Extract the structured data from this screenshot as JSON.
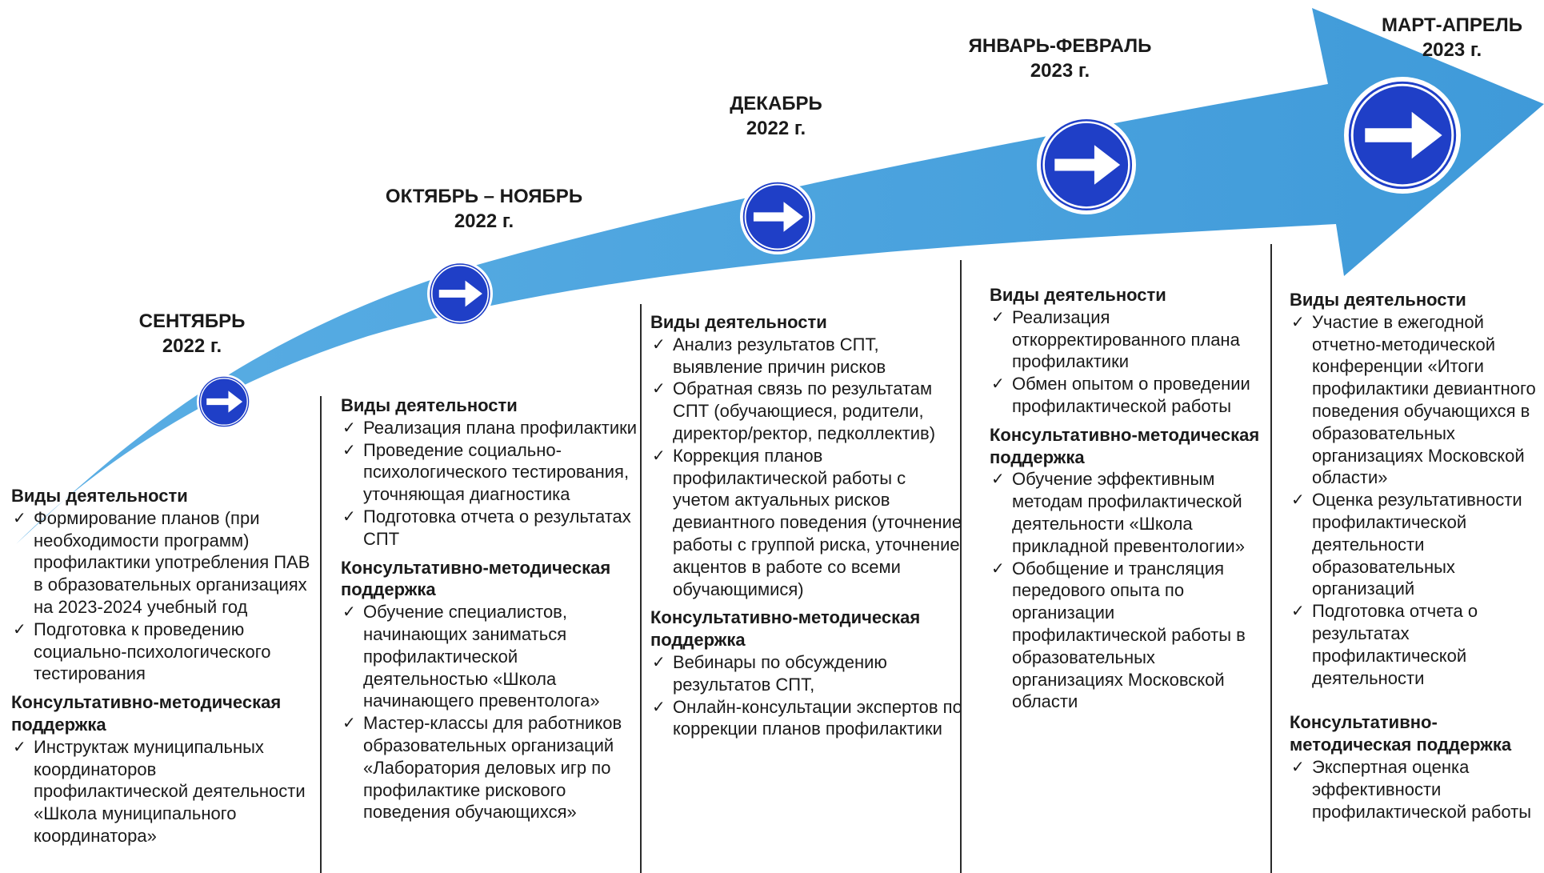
{
  "colors": {
    "arrow": "#4fa3df",
    "badge_fill": "#1f3fc7",
    "badge_ring": "#ffffff",
    "badge_arrow": "#ffffff",
    "text": "#1a1a1a"
  },
  "icons": {
    "badge": "right-arrow-circle-icon",
    "bullet": "check-mark-icon"
  },
  "columns": [
    {
      "period": [
        "СЕНТЯБРЬ",
        "2022 г."
      ],
      "sections": [
        {
          "title": "Виды деятельности",
          "items": [
            "Формирование планов (при необходимости программ) профилактики употребления ПАВ в образовательных организациях на 2023-2024 учебный год",
            "Подготовка к проведению социально-психологического тестирования"
          ]
        },
        {
          "title": "Консультативно-методическая поддержка",
          "items": [
            "Инструктаж муниципальных координаторов профилактической деятельности «Школа муниципального координатора»"
          ]
        }
      ]
    },
    {
      "period": [
        "ОКТЯБРЬ – НОЯБРЬ",
        "2022 г."
      ],
      "sections": [
        {
          "title": "Виды деятельности",
          "items": [
            "Реализация плана профилактики",
            "Проведение социально-психологического тестирования, уточняющая диагностика",
            "Подготовка отчета о результатах СПТ"
          ]
        },
        {
          "title": "Консультативно-методическая поддержка",
          "items": [
            "Обучение специалистов, начинающих заниматься профилактической деятельностью «Школа начинающего превентолога»",
            "Мастер-классы для работников образовательных организаций «Лаборатория деловых игр по профилактике рискового поведения обучающихся»"
          ]
        }
      ]
    },
    {
      "period": [
        "ДЕКАБРЬ",
        "2022 г."
      ],
      "sections": [
        {
          "title": "Виды деятельности",
          "items": [
            "Анализ результатов СПТ, выявление причин рисков",
            "Обратная связь по результатам СПТ (обучающиеся, родители, директор/ректор, педколлектив)",
            "Коррекция планов профилактической работы с учетом актуальных рисков девиантного поведения (уточнение работы с группой риска, уточнение акцентов в работе со всеми обучающимися)"
          ]
        },
        {
          "title": "Консультативно-методическая поддержка",
          "items": [
            "Вебинары по обсуждению результатов СПТ,",
            "Онлайн-консультации экспертов по коррекции планов профилактики"
          ]
        }
      ]
    },
    {
      "period": [
        "ЯНВАРЬ-ФЕВРАЛЬ",
        "2023 г."
      ],
      "sections": [
        {
          "title": "Виды деятельности",
          "items": [
            "Реализация откорректированного плана профилактики",
            "Обмен опытом о проведении профилактической работы"
          ]
        },
        {
          "title": "Консультативно-методическая поддержка",
          "items": [
            "Обучение эффективным методам профилактической деятельности «Школа прикладной превентологии»",
            "Обобщение и трансляция передового опыта по организации профилактической работы в образовательных организациях Московской области"
          ]
        }
      ]
    },
    {
      "period": [
        "МАРТ-АПРЕЛЬ",
        "2023 г."
      ],
      "sections": [
        {
          "title": "Виды деятельности",
          "items": [
            "Участие в ежегодной отчетно-методической конференции «Итоги профилактики девиантного поведения обучающихся в образовательных организациях Московской области»",
            "Оценка результативности профилактической деятельности образовательных организаций",
            "Подготовка отчета о результатах профилактической деятельности"
          ]
        },
        {
          "title": "Консультативно-методическая поддержка",
          "items": [
            "Экспертная оценка эффективности профилактической работы"
          ]
        }
      ]
    }
  ]
}
